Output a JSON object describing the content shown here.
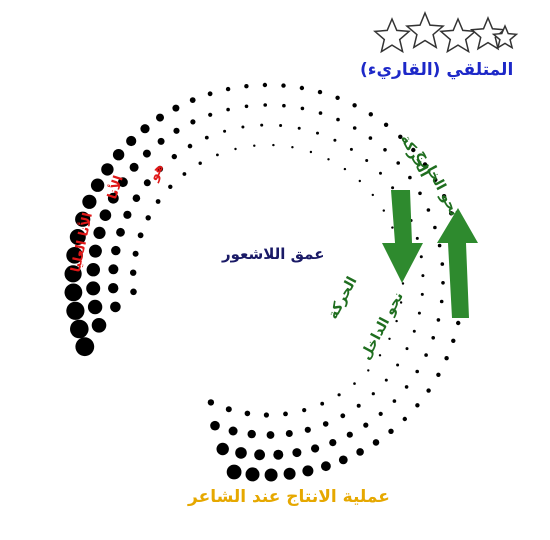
{
  "colors": {
    "dots": "#000000",
    "title": "#1d28c8",
    "depth": "#1a1a66",
    "caption": "#e6a800",
    "movement": "#1f6e1f",
    "psyche": "#e01818",
    "arrow": "#2e8a2e",
    "star_stroke": "#333333"
  },
  "icons": [
    "star-icon",
    "up-arrow-icon",
    "down-arrow-icon"
  ],
  "title": "المتلقي (القاريء)",
  "center_label": "عمق اللاشعور",
  "caption": "عملية  الانتاج عند الشاعر",
  "outward_movement": {
    "line1": "الحركة",
    "line2": "نحو الخارج"
  },
  "inward_movement": {
    "line1": "الحركة",
    "line2": "نحو الداخل"
  },
  "psyche_labels": {
    "id": "هو",
    "ego": "الأنا",
    "superego": "الأنا العليا"
  }
}
